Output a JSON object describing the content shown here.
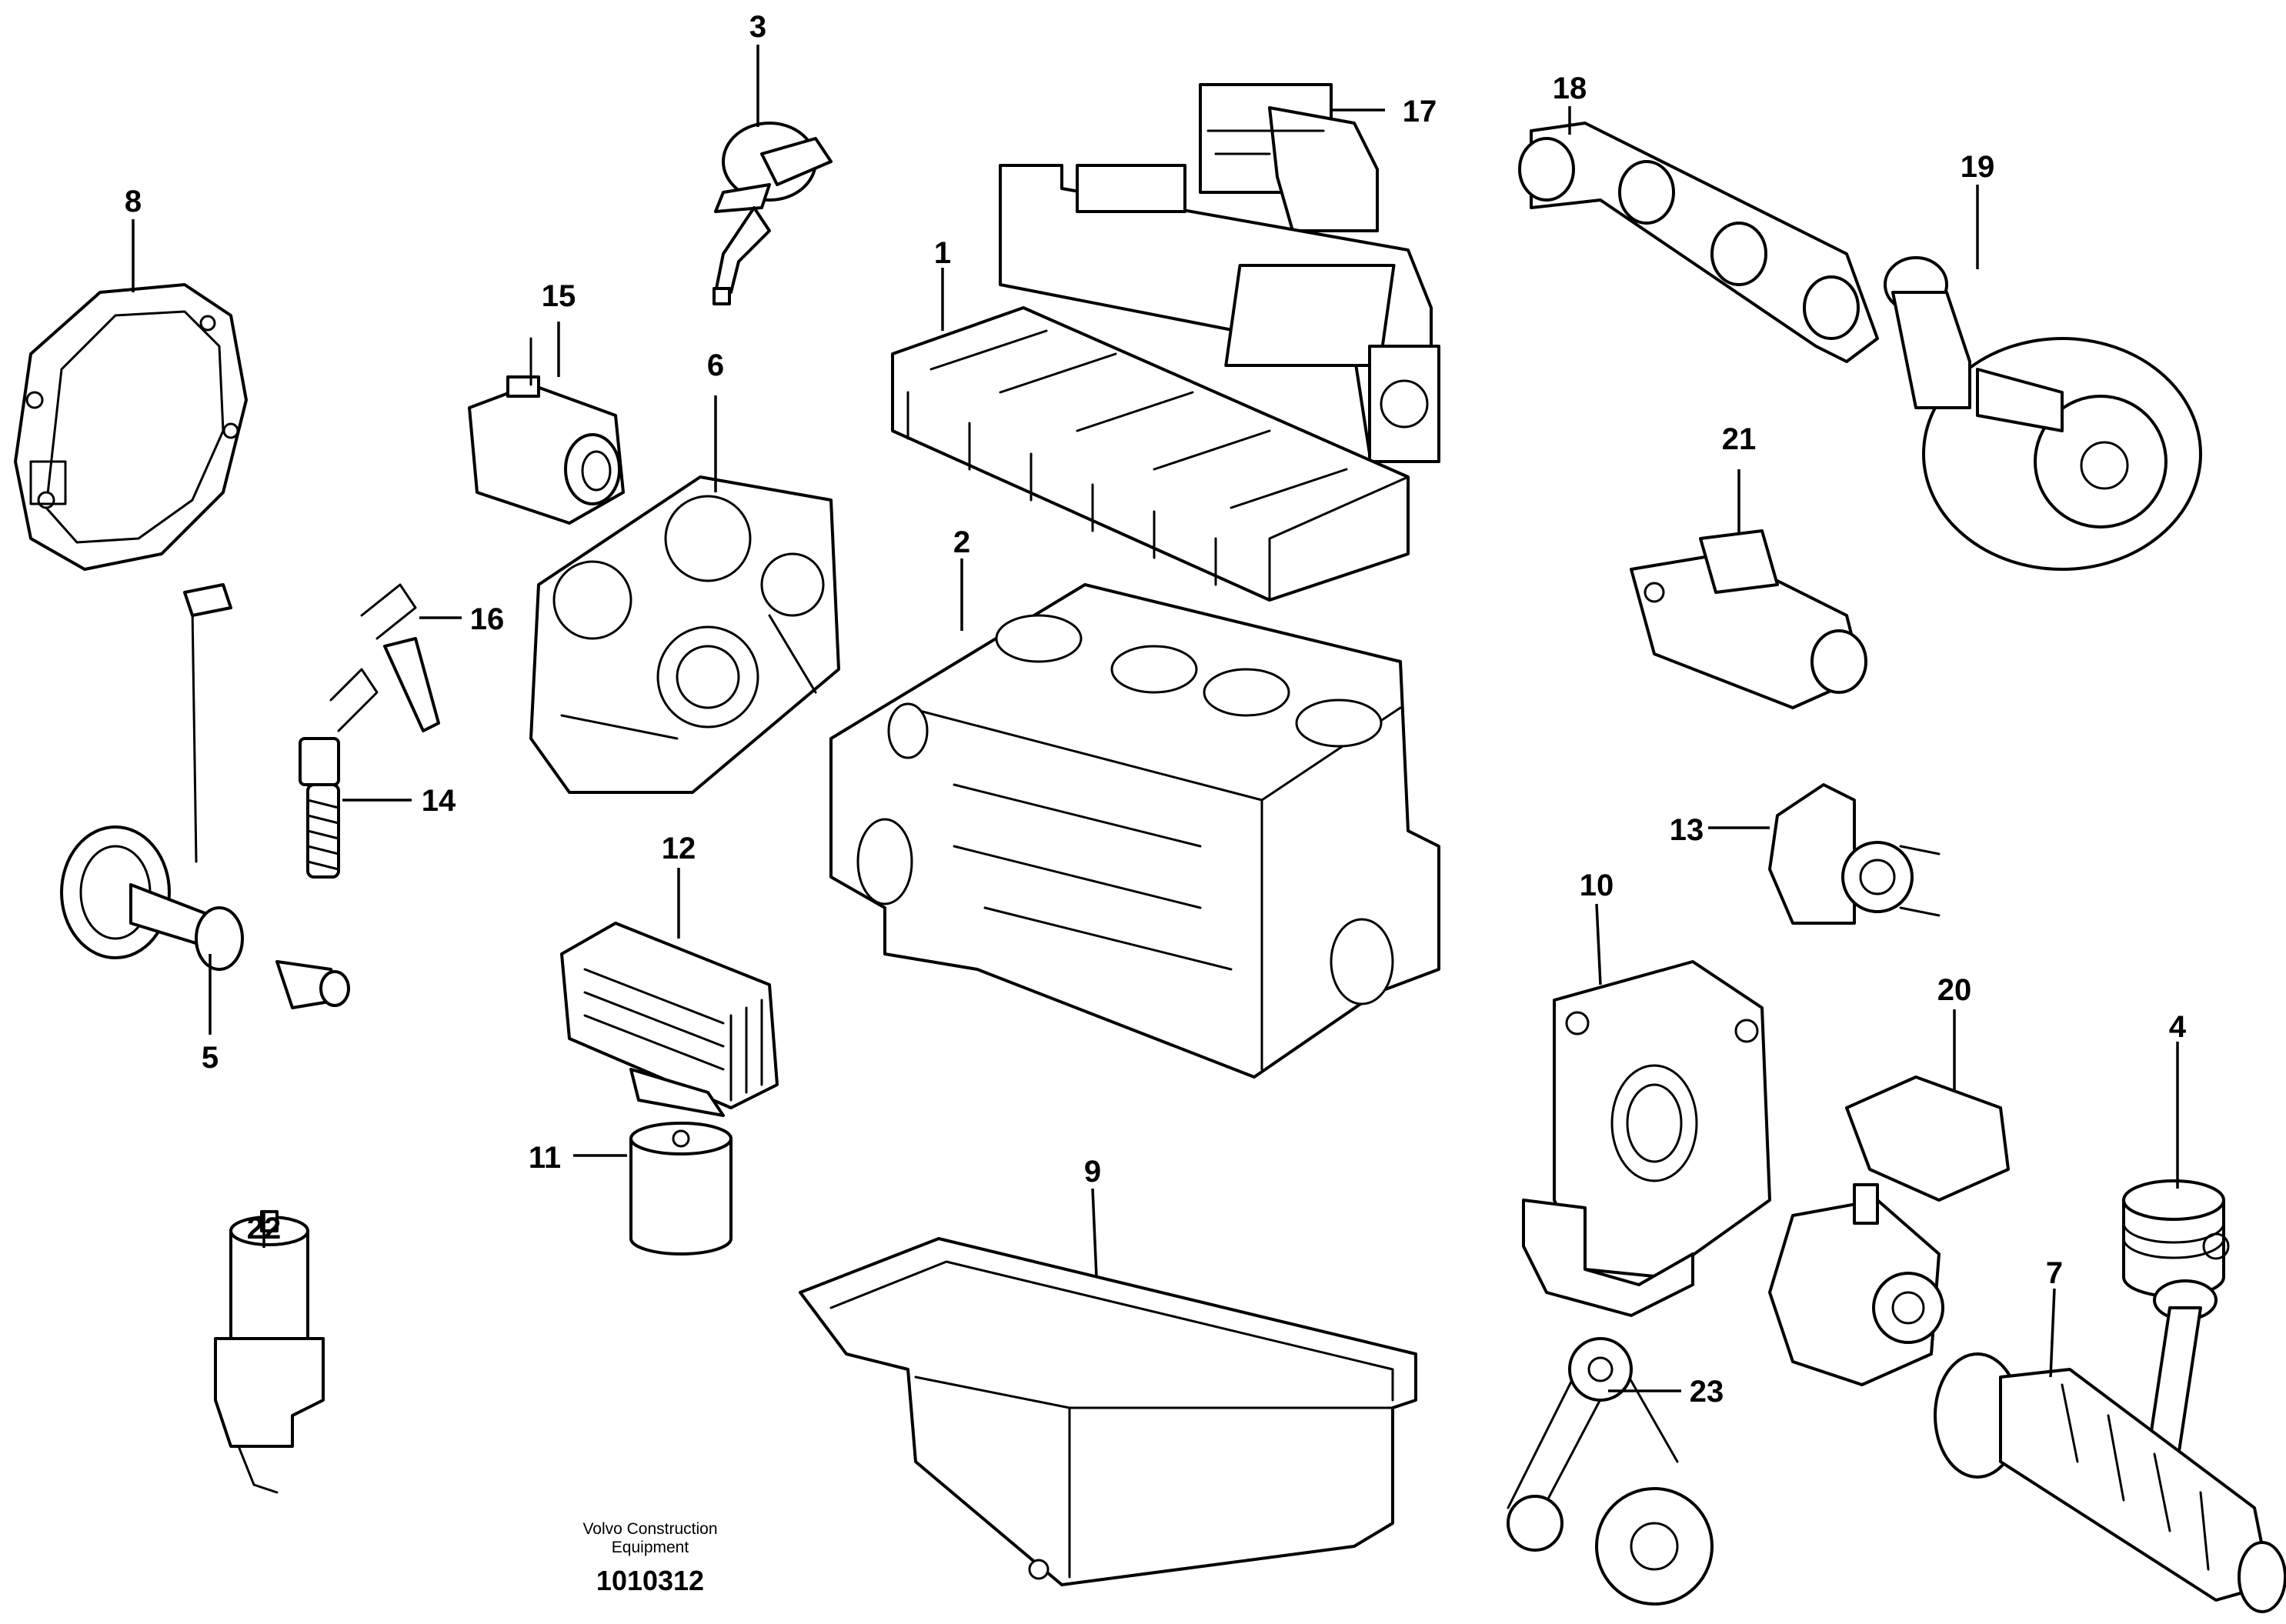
{
  "callouts": [
    "1",
    "2",
    "3",
    "4",
    "5",
    "6",
    "7",
    "8",
    "9",
    "10",
    "11",
    "12",
    "13",
    "14",
    "15",
    "16",
    "17",
    "18",
    "19",
    "20",
    "21",
    "22",
    "23"
  ],
  "credit": {
    "line1": "Volvo Construction",
    "line2": "Equipment"
  },
  "document_number": "1010312"
}
